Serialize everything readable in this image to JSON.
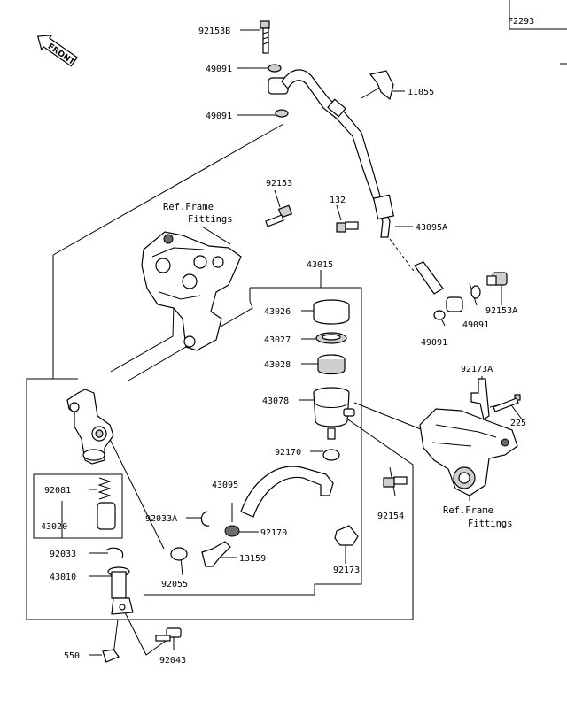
{
  "diagram_code": "F2293",
  "front_marker": "FRONT",
  "ref_frame_fittings": [
    "Ref.Frame",
    "Fittings"
  ],
  "parts": {
    "p92153B": "92153B",
    "p49091_top": "49091",
    "p49091_mid": "49091",
    "p11055": "11055",
    "p92153": "92153",
    "p132": "132",
    "p43095A": "43095A",
    "p43015": "43015",
    "p43026": "43026",
    "p43027": "43027",
    "p43028": "43028",
    "p43078": "43078",
    "p92153A": "92153A",
    "p49091_r1": "49091",
    "p49091_r2": "49091",
    "p92173A": "92173A",
    "p225": "225",
    "p92170_a": "92170",
    "p43095": "43095",
    "p92154": "92154",
    "p92081": "92081",
    "p43020": "43020",
    "p92033A": "92033A",
    "p92170_b": "92170",
    "p13159": "13159",
    "p92033": "92033",
    "p92055": "92055",
    "p92173": "92173",
    "p43010": "43010",
    "p550": "550",
    "p92043": "92043"
  }
}
